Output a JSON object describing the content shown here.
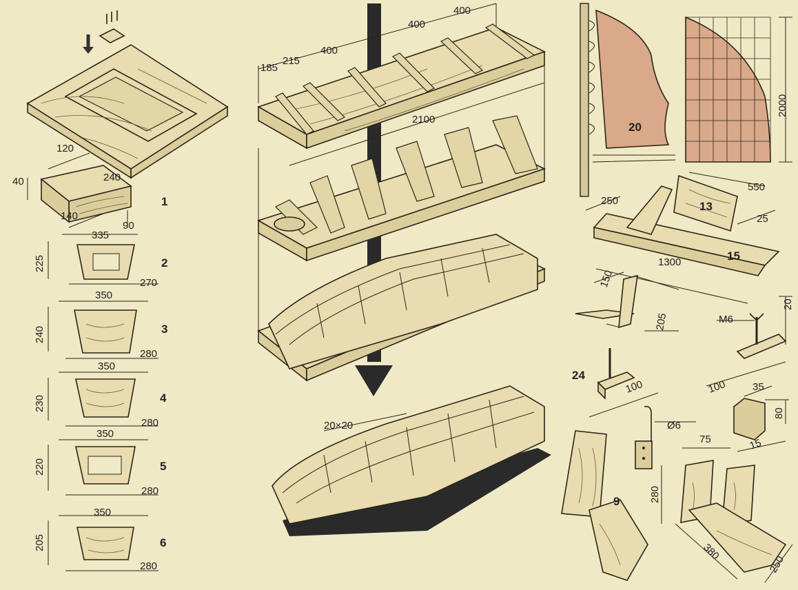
{
  "labels": {
    "d_120": "120",
    "d_240": "240",
    "d_40": "40",
    "d_140": "140",
    "d_90": "90",
    "n_1": "1",
    "d_335": "335",
    "d_225": "225",
    "d_270": "270",
    "n_2": "2",
    "d_350a": "350",
    "d_240b": "240",
    "d_280a": "280",
    "n_3": "3",
    "d_350b": "350",
    "d_230": "230",
    "d_280b": "280",
    "n_4": "4",
    "d_350c": "350",
    "d_220": "220",
    "d_280c": "280",
    "n_5": "5",
    "d_350d": "350",
    "d_205a": "205",
    "d_280d": "280",
    "n_6": "6",
    "d_185": "185",
    "d_215": "215",
    "d_400a": "400",
    "d_400b": "400",
    "d_400c": "400",
    "d_2100": "2100",
    "d_20x20": "20×20",
    "n_20": "20",
    "d_2000": "2000",
    "d_250a": "250",
    "d_550": "550",
    "n_13": "13",
    "d_25": "25",
    "d_1300": "1300",
    "n_15": "15",
    "d_150": "150",
    "d_205b": "205",
    "d_20": "20",
    "d_M6": "M6",
    "n_24": "24",
    "d_100a": "100",
    "d_100b": "100",
    "d_35": "35",
    "d_80": "80",
    "d_15": "15",
    "d_6": "Ø6",
    "d_75": "75",
    "d_280e": "280",
    "n_9": "9",
    "d_380": "380",
    "d_250b": "250"
  }
}
